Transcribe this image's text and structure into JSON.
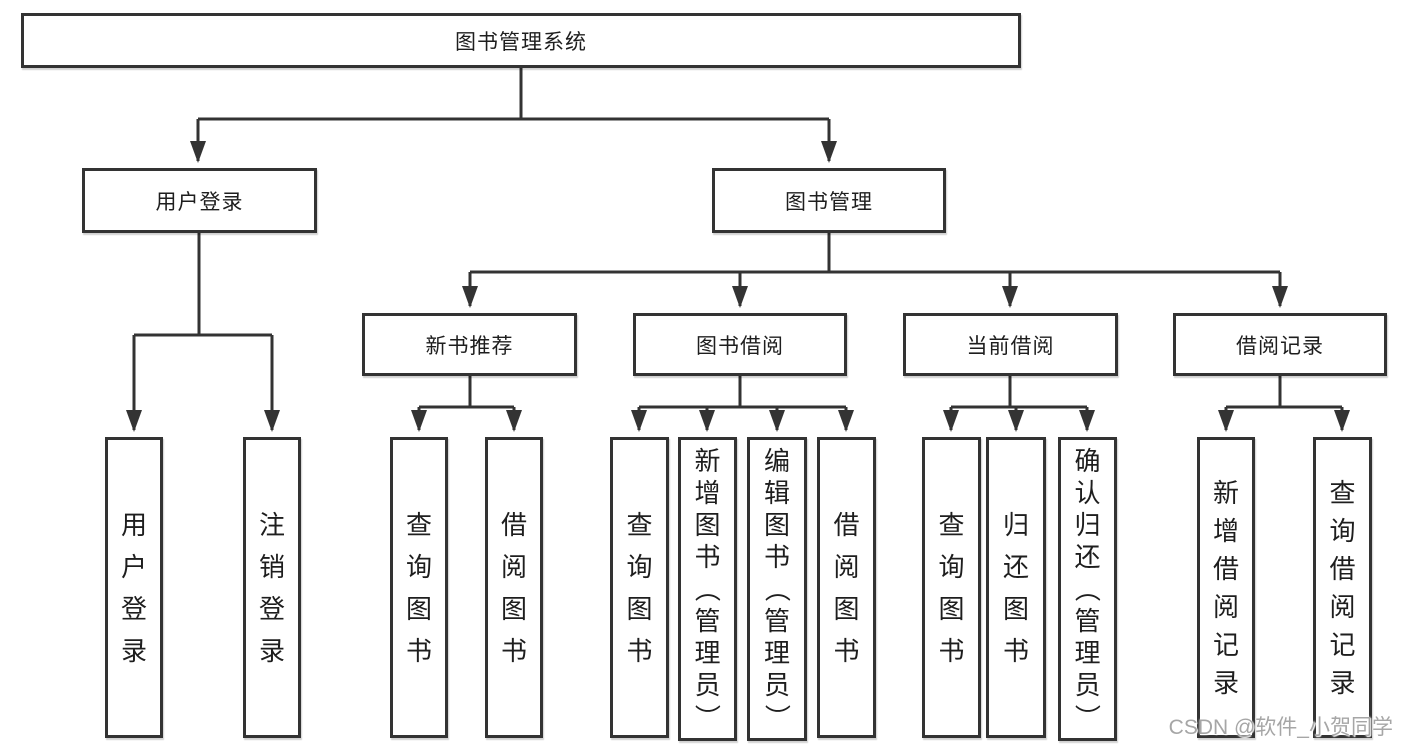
{
  "colors": {
    "line": "#333333",
    "text": "#1e1e1e",
    "background": "#ffffff",
    "watermark_text": "#a6a6a6"
  },
  "watermark": "CSDN @软件_小贺同学",
  "tree": {
    "root": "图书管理系统",
    "children": [
      {
        "label": "用户登录",
        "children": [
          {
            "label": "用户登录"
          },
          {
            "label": "注销登录"
          }
        ]
      },
      {
        "label": "图书管理",
        "children": [
          {
            "label": "新书推荐",
            "children": [
              {
                "label": "查询图书"
              },
              {
                "label": "借阅图书"
              }
            ]
          },
          {
            "label": "图书借阅",
            "children": [
              {
                "label": "查询图书"
              },
              {
                "label": "新增图书（管理员）"
              },
              {
                "label": "编辑图书（管理员）"
              },
              {
                "label": "借阅图书"
              }
            ]
          },
          {
            "label": "当前借阅",
            "children": [
              {
                "label": "查询图书"
              },
              {
                "label": "归还图书"
              },
              {
                "label": "确认归还（管理员）"
              }
            ]
          },
          {
            "label": "借阅记录",
            "children": [
              {
                "label": "新增借阅记录"
              },
              {
                "label": "查询借阅记录"
              }
            ]
          }
        ]
      }
    ]
  }
}
